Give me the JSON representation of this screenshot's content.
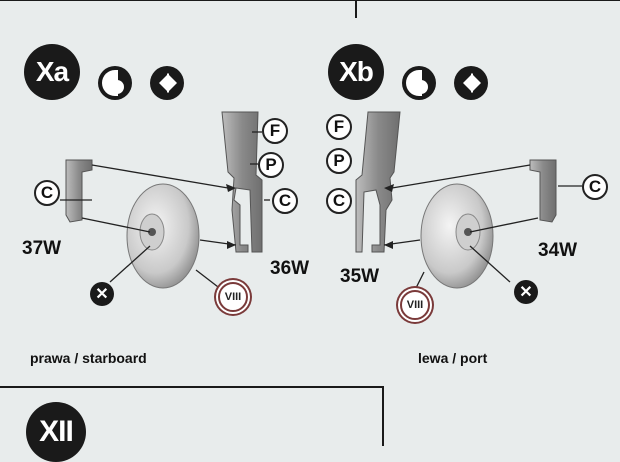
{
  "steps": {
    "left_badge": "Xa",
    "right_badge": "Xb",
    "bottom_badge": "XII"
  },
  "parts": {
    "left_leg": "37W",
    "left_strut": "36W",
    "right_strut": "35W",
    "right_leg": "34W"
  },
  "callouts": {
    "f": "F",
    "p": "P",
    "c": "C",
    "paint_roman": "VIII",
    "x": "✕"
  },
  "captions": {
    "left": "prawa / starboard",
    "right": "lewa / port"
  },
  "icons": {
    "glue": "glue-icon",
    "cement": "cement-drop-icon"
  },
  "colors": {
    "background": "#e8ecec",
    "ink": "#1a1a1a",
    "part_gray": "#9a9a9a",
    "roman_ring": "#7a3a3a"
  }
}
